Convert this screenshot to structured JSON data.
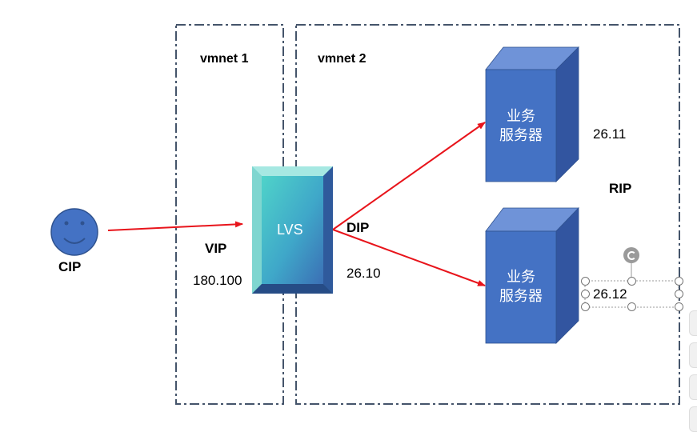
{
  "zones": {
    "vmnet1_label": "vmnet 1",
    "vmnet2_label": "vmnet 2"
  },
  "client": {
    "label": "CIP",
    "color": "#4472C4"
  },
  "lvs": {
    "label": "LVS",
    "vip_label": "VIP",
    "vip_value": "180.100",
    "dip_label": "DIP",
    "dip_value": "26.10"
  },
  "servers": [
    {
      "label_line1": "业务",
      "label_line2": "服务器",
      "ip": "26.11"
    },
    {
      "label_line1": "业务",
      "label_line2": "服务器",
      "ip": "26.12"
    }
  ],
  "rip_label": "RIP",
  "colors": {
    "arrow": "#E8141B",
    "zone_border": "#44546A",
    "server_front": "#4472C4",
    "server_top": "#6F93D8",
    "server_side": "#3255A0"
  }
}
